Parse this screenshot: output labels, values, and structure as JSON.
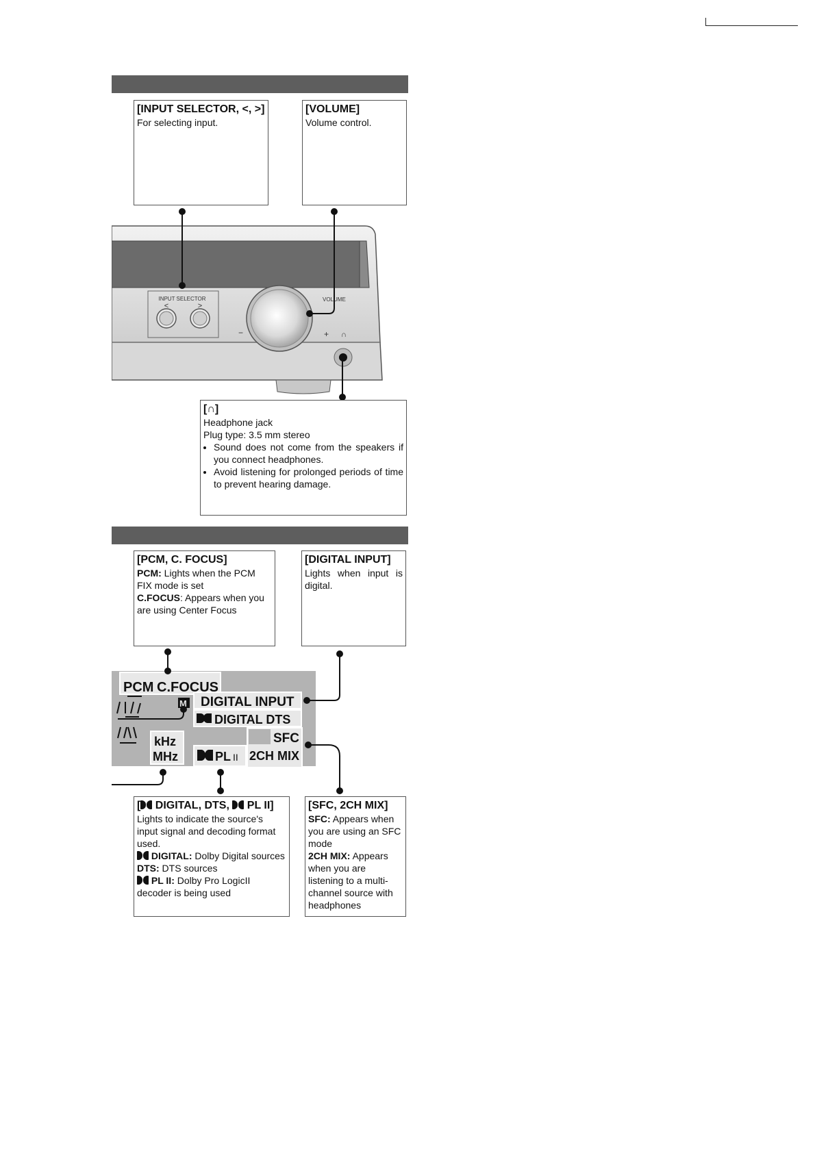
{
  "boxes": {
    "input_selector": {
      "title": "[INPUT SELECTOR, <, >]",
      "body": "For selecting input."
    },
    "volume": {
      "title": "[VOLUME]",
      "body": "Volume control."
    },
    "headphone": {
      "title": "[∩]",
      "line1": "Headphone jack",
      "line2": "Plug type: 3.5 mm stereo",
      "bullets": [
        "Sound does not come from the speakers if you connect headphones.",
        "Avoid listening for prolonged periods of time to prevent hearing damage."
      ]
    },
    "pcm": {
      "title": "[PCM, C. FOCUS]",
      "pcm_label": "PCM:",
      "pcm_text": " Lights when the PCM FIX mode is set",
      "cf_label": "C.FOCUS",
      "cf_text": ": Appears when you are using Center Focus"
    },
    "digital_input": {
      "title": "[DIGITAL INPUT]",
      "body": "Lights when input is digital."
    },
    "dolby": {
      "title_pre": "[",
      "title_mid": " DIGITAL, DTS, ",
      "title_end": " PL II]",
      "intro": "Lights to indicate the source's input signal and decoding format used.",
      "digital_label": " DIGITAL:",
      "digital_text": " Dolby Digital sources",
      "dts_label": "DTS:",
      "dts_text": " DTS sources",
      "pl_label": " PL II:",
      "pl_text": " Dolby Pro LogicII decoder is being used"
    },
    "sfc": {
      "title": "[SFC, 2CH MIX]",
      "sfc_label": "SFC:",
      "sfc_text": " Appears when you are using an SFC mode",
      "mix_label": "2CH MIX:",
      "mix_text": " Appears when you are listening to a multi-channel source with headphones"
    }
  },
  "panel": {
    "input_selector_label": "INPUT SELECTOR",
    "volume_label": "VOLUME",
    "minus": "−",
    "plus": "+",
    "headphone_symbol": "∩"
  },
  "lcd": {
    "pcm": "PCM",
    "cfocus": "C.FOCUS",
    "m": "M",
    "digital_input": "DIGITAL  INPUT",
    "digital_dts": "DIGITAL  DTS",
    "sfc": "SFC",
    "khz": "kHz",
    "mhz": "MHz",
    "pl": "PL",
    "pl_suffix": "II",
    "mix": "2CH MIX"
  }
}
